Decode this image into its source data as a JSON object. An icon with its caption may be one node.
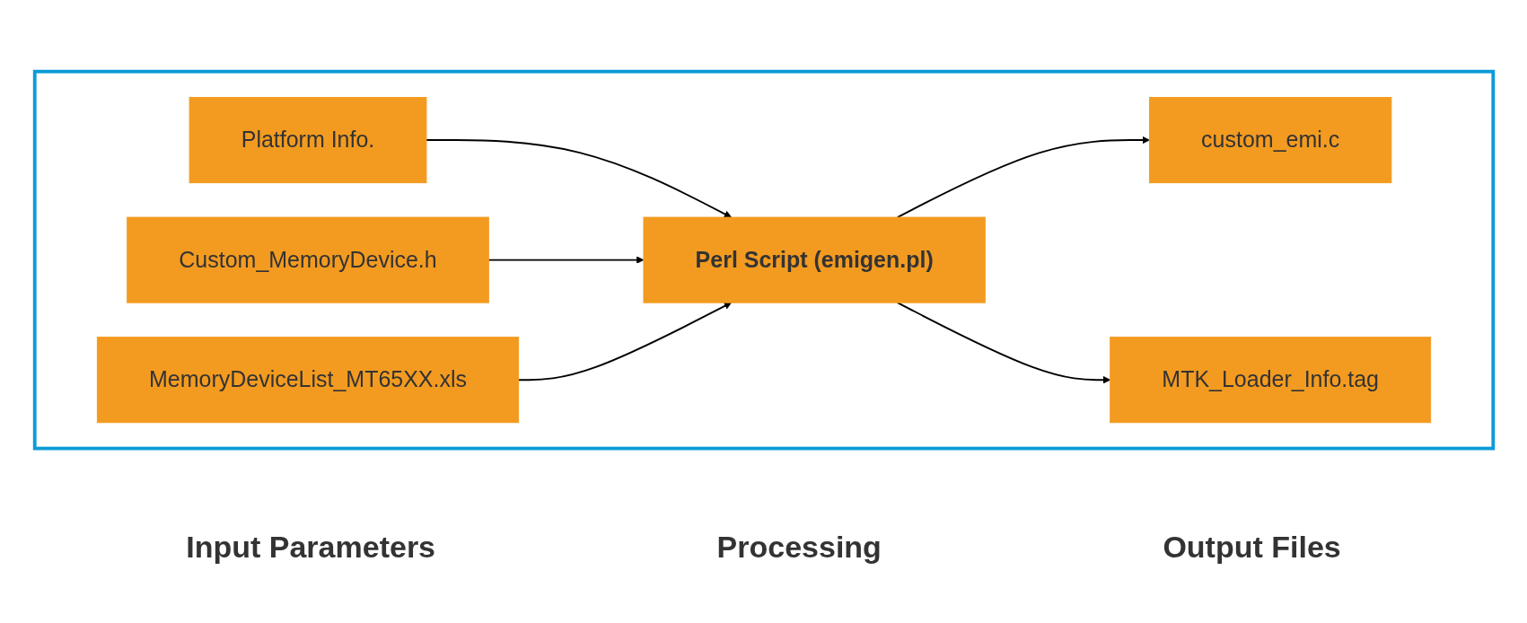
{
  "diagram": {
    "nodes": [
      {
        "text": [],
        "shape": "box"
      },
      {
        "text": [
          "Platform Info."
        ],
        "in": 0
      },
      {
        "text": [
          "Custom_MemoryDevice.h"
        ],
        "in": 0
      },
      {
        "text": [
          "MemoryDeviceList_MT65XX.xls"
        ],
        "in": 0
      },
      {
        "text": [
          "Perl Script (emigen.pl)"
        ],
        "in": 0
      },
      {
        "text": [
          "custom_emi.c"
        ],
        "in": 0
      },
      {
        "text": [
          "MTK_Loader_Info.tag"
        ],
        "in": 0
      }
    ],
    "edges": [
      {
        "from": 1,
        "to": 4,
        "arrow": "to"
      },
      {
        "from": 2,
        "to": 4,
        "arrow": "to"
      },
      {
        "from": 3,
        "to": 4,
        "arrow": "to"
      },
      {
        "from": 4,
        "to": 5,
        "arrow": "to"
      },
      {
        "from": 4,
        "to": 6,
        "arrow": "to"
      }
    ],
    "labels": [
      "Input Parameters",
      "Processing",
      "Output Files"
    ]
  }
}
